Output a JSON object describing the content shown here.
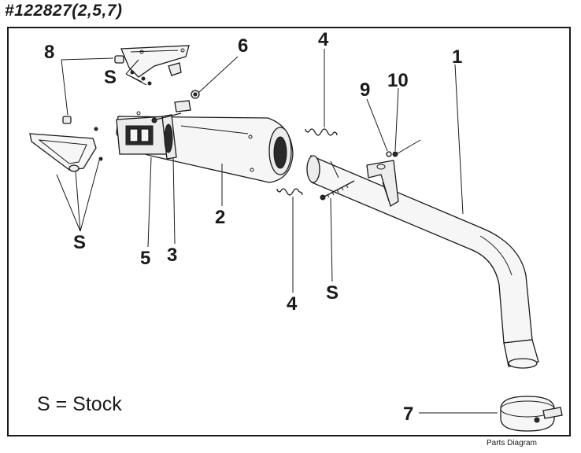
{
  "header": {
    "part_number": "#122827(2,5,7)"
  },
  "legend": {
    "text": "S = Stock"
  },
  "caption": {
    "text": "Parts Diagram"
  },
  "callouts": {
    "c1": "1",
    "c2": "2",
    "c3": "3",
    "c4a": "4",
    "c4b": "4",
    "c5": "5",
    "c6": "6",
    "c7": "7",
    "c8": "8",
    "c9": "9",
    "c10": "10",
    "s1": "S",
    "s2": "S",
    "s3": "S"
  },
  "colors": {
    "line": "#1a1a1a",
    "part_fill": "#ececec",
    "background": "#ffffff"
  }
}
